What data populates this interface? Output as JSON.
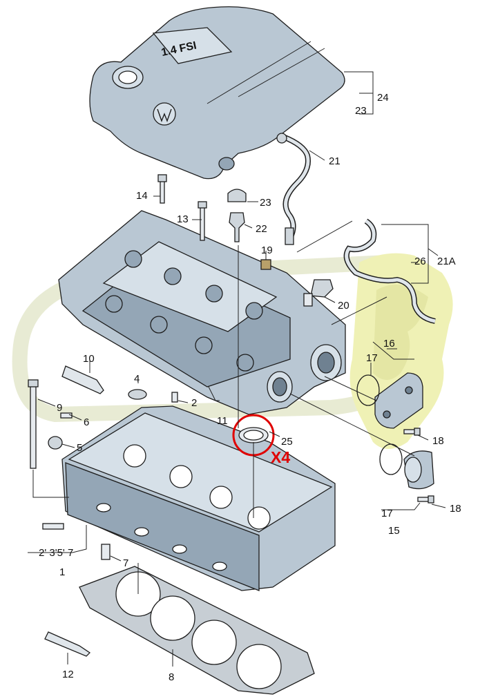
{
  "engine_cover": {
    "text": "1.4 FSI"
  },
  "watermark": {
    "color": "#c9d34a"
  },
  "highlight": {
    "text": "X4",
    "color": "#e00000"
  },
  "callouts": {
    "c1": "1",
    "c2": "2",
    "c2357": "2' 3'5' 7",
    "c4": "4",
    "c5": "5",
    "c6": "6",
    "c7": "7",
    "c8": "8",
    "c9": "9",
    "c10": "10",
    "c11": "11",
    "c12": "12",
    "c13": "13",
    "c14": "14",
    "c15": "15",
    "c16": "16",
    "c17a": "17",
    "c17b": "17",
    "c18a": "18",
    "c18b": "18",
    "c19": "19",
    "c20": "20",
    "c21": "21",
    "c21a": "21A",
    "c22": "22",
    "c23a": "23",
    "c23b": "23",
    "c24": "24",
    "c25": "25",
    "c26": "26"
  }
}
